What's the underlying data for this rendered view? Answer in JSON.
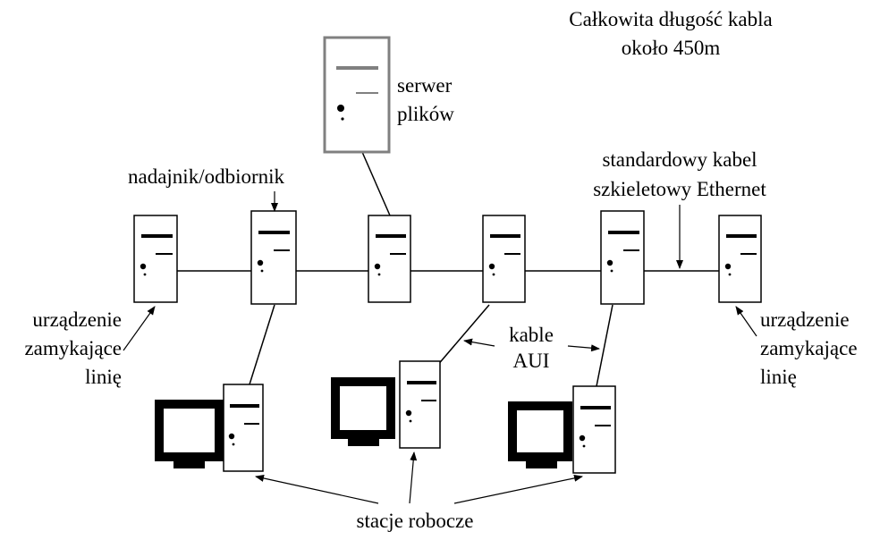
{
  "labels": {
    "total_length_line1": "Całkowita długość kabla",
    "total_length_line2": "około 450m",
    "file_server_line1": "serwer",
    "file_server_line2": "plików",
    "transceiver": "nadajnik/odbiornik",
    "backbone_line1": "standardowy kabel",
    "backbone_line2": "szkieletowy Ethernet",
    "terminator_left_line1": "urządzenie",
    "terminator_left_line2": "zamykające",
    "terminator_left_line3": "linię",
    "terminator_right_line1": "urządzenie",
    "terminator_right_line2": "zamykające",
    "terminator_right_line3": "linię",
    "aui_line1": "kable",
    "aui_line2": "AUI",
    "workstations": "stacje robocze"
  },
  "colors": {
    "ink": "#000000",
    "server_outline": "#808080",
    "background": "#ffffff"
  }
}
